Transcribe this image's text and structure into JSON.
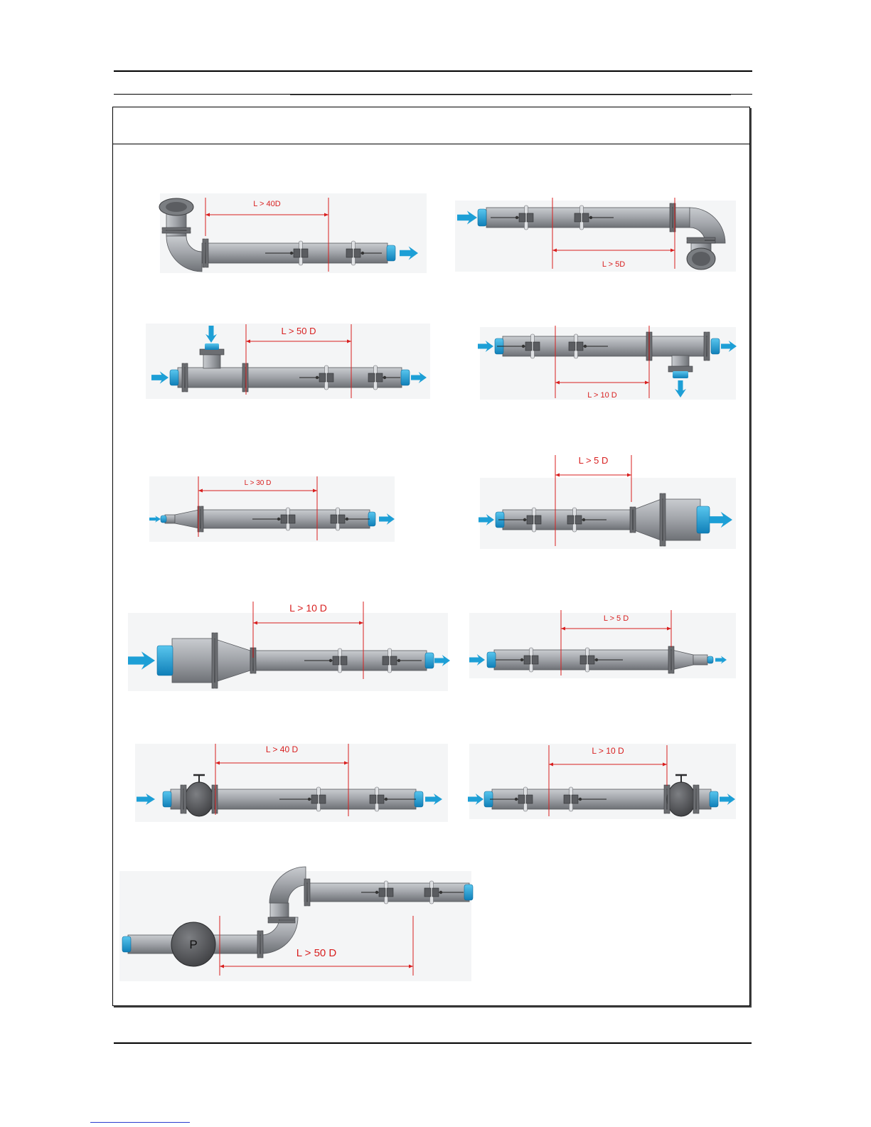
{
  "diagrams": [
    {
      "id": "d1",
      "label": "L > 40D"
    },
    {
      "id": "d2",
      "label": "L > 5D"
    },
    {
      "id": "d3",
      "label": "L > 50 D"
    },
    {
      "id": "d4",
      "label": "L > 10 D"
    },
    {
      "id": "d5",
      "label": "L > 30 D"
    },
    {
      "id": "d6",
      "label": "L > 5 D"
    },
    {
      "id": "d7",
      "label": "L > 10 D"
    },
    {
      "id": "d8",
      "label": "L > 5 D"
    },
    {
      "id": "d9",
      "label": "L > 40 D"
    },
    {
      "id": "d10",
      "label": "L > 10 D"
    },
    {
      "id": "d11",
      "label": "L > 50 D",
      "pump": "P"
    }
  ],
  "colors": {
    "pipe": "#9a9da2",
    "fitting": "#5e6064",
    "water": "#1d9fd6",
    "dimension": "#d81f1f",
    "flange": "#6c6e72",
    "valve": "#454648"
  }
}
